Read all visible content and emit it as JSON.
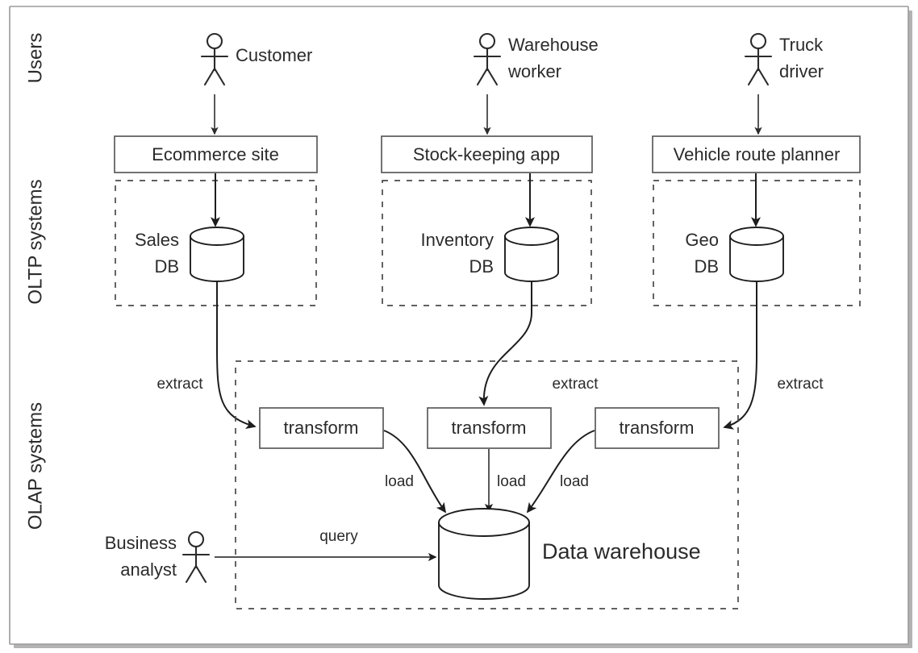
{
  "figure": {
    "title": "Data warehouse ETL architecture diagram",
    "background": "#ffffff",
    "frame_color": "#9a9a9a",
    "line_color": "#1d1d1d",
    "text_color": "#2b2b2b"
  },
  "rows": [
    {
      "id": "users",
      "label": "Users"
    },
    {
      "id": "oltp",
      "label": "OLTP systems"
    },
    {
      "id": "olap",
      "label": "OLAP systems"
    }
  ],
  "actors": [
    {
      "id": "customer",
      "label": "Customer"
    },
    {
      "id": "warehouse-worker",
      "label_line1": "Warehouse",
      "label_line2": "worker"
    },
    {
      "id": "truck-driver",
      "label_line1": "Truck",
      "label_line2": "driver"
    },
    {
      "id": "business-analyst",
      "label_line1": "Business",
      "label_line2": "analyst"
    }
  ],
  "applications": [
    {
      "id": "ecommerce-site",
      "label": "Ecommerce site"
    },
    {
      "id": "stock-keeping-app",
      "label": "Stock-keeping app"
    },
    {
      "id": "vehicle-route-planner",
      "label": "Vehicle route planner"
    }
  ],
  "databases": [
    {
      "id": "sales-db",
      "label_line1": "Sales",
      "label_line2": "DB"
    },
    {
      "id": "inventory-db",
      "label_line1": "Inventory",
      "label_line2": "DB"
    },
    {
      "id": "geo-db",
      "label_line1": "Geo",
      "label_line2": "DB"
    }
  ],
  "transforms": [
    {
      "id": "transform-1",
      "label": "transform"
    },
    {
      "id": "transform-2",
      "label": "transform"
    },
    {
      "id": "transform-3",
      "label": "transform"
    }
  ],
  "warehouse": {
    "id": "data-warehouse",
    "label": "Data warehouse"
  },
  "edges": [
    {
      "id": "extract-1",
      "label": "extract"
    },
    {
      "id": "extract-2",
      "label": "extract"
    },
    {
      "id": "extract-3",
      "label": "extract"
    },
    {
      "id": "load-1",
      "label": "load"
    },
    {
      "id": "load-2",
      "label": "load"
    },
    {
      "id": "load-3",
      "label": "load"
    },
    {
      "id": "query",
      "label": "query"
    }
  ]
}
